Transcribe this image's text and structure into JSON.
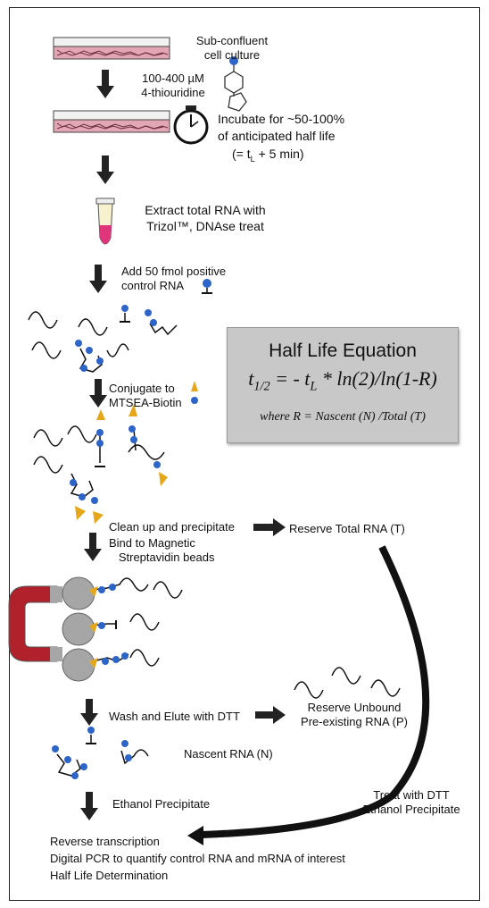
{
  "steps": {
    "culture": "Sub-confluent\ncell culture",
    "thiouridine": "100-400 µM\n4-thiouridine",
    "incubate_1": "Incubate for ~50-100%",
    "incubate_2": "of anticipated half life",
    "incubate_3": "(= t",
    "incubate_3_sub": "L",
    "incubate_3_end": " + 5 min)",
    "extract": "Extract total RNA with\nTrizol™, DNAse treat",
    "control": "Add 50 fmol positive\ncontrol RNA",
    "conjugate": "Conjugate to\nMTSEA-Biotin",
    "cleanup": "Clean up and precipitate",
    "bind": "Bind to Magnetic\n   Streptavidin beads",
    "reserve_total": "Reserve Total RNA (T)",
    "wash": "Wash and Elute with DTT",
    "reserve_unbound": "Reserve Unbound\nPre-existing RNA (P)",
    "nascent": "Nascent RNA (N)",
    "ethanol": "Ethanol Precipitate",
    "treat_dtt": "Treat with DTT\nEthanol Precipitate",
    "final_1": "Reverse transcription",
    "final_2": "Digital PCR to quantify control RNA and mRNA of interest",
    "final_3": "Half Life Determination"
  },
  "equation": {
    "title": "Half Life Equation",
    "formula_t": "t",
    "formula_t_sub": "1/2",
    "formula_mid": " = - t",
    "formula_l_sub": "L",
    "formula_end": " * ln(2)/ln(1-R)",
    "where": "where R = Nascent (N) /Total (T)"
  },
  "colors": {
    "dish_cells": "#e3a6b4",
    "bead": "#a6a6a6",
    "magnet": "#b0212b",
    "biotin": "#e6a619",
    "thio": "#2d64c8",
    "tube_liquid": "#e0357a"
  },
  "icons": [
    "petri-dish-icon",
    "thiouridine-molecule-icon",
    "stopwatch-icon",
    "eppendorf-tube-icon",
    "magnet-icon",
    "streptavidin-bead-icon",
    "biotin-tag-icon"
  ]
}
